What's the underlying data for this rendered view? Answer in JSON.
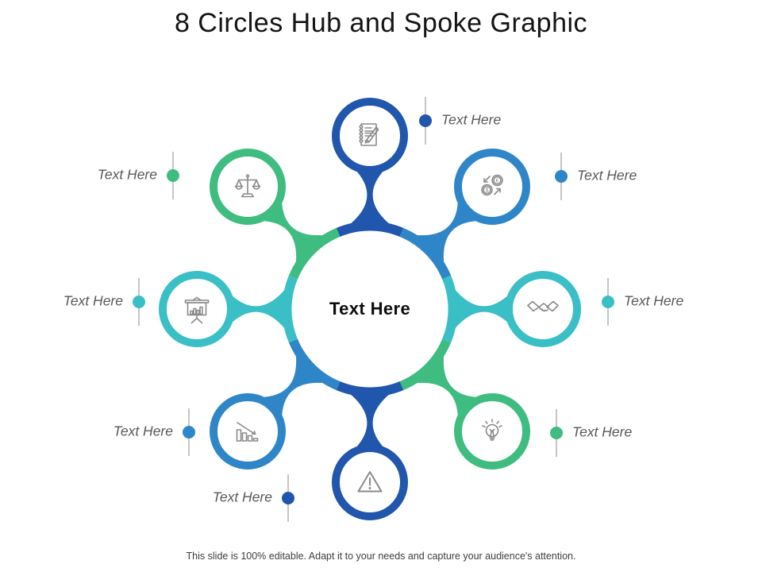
{
  "title": "8 Circles Hub and Spoke Graphic",
  "footer": "This slide is 100% editable. Adapt it to your needs and capture your audience's attention.",
  "hub": {
    "label": "Text Here"
  },
  "colors": {
    "dark_blue": "#2056ac",
    "medium_blue": "#2e86c8",
    "teal": "#3abfc6",
    "green": "#3fbc80",
    "icon_gray": "#8a8a8a",
    "label_text": "#595959",
    "connector_line": "#9e9e9e"
  },
  "nodes": [
    {
      "position": "top",
      "icon": "notebook-pencil-icon",
      "label": "Text Here",
      "color": "#2056ac"
    },
    {
      "position": "top-right",
      "icon": "currency-exchange-icon",
      "label": "Text Here",
      "color": "#2e86c8"
    },
    {
      "position": "right",
      "icon": "handshake-icon",
      "label": "Text Here",
      "color": "#3abfc6"
    },
    {
      "position": "bottom-right",
      "icon": "lightbulb-icon",
      "label": "Text Here",
      "color": "#3fbc80"
    },
    {
      "position": "bottom",
      "icon": "warning-triangle-icon",
      "label": "Text Here",
      "color": "#2056ac"
    },
    {
      "position": "bottom-left",
      "icon": "declining-bar-chart-icon",
      "label": "Text Here",
      "color": "#2e86c8"
    },
    {
      "position": "left",
      "icon": "presentation-chart-icon",
      "label": "Text Here",
      "color": "#3abfc6"
    },
    {
      "position": "top-left",
      "icon": "balance-scale-icon",
      "label": "Text Here",
      "color": "#3fbc80"
    }
  ]
}
